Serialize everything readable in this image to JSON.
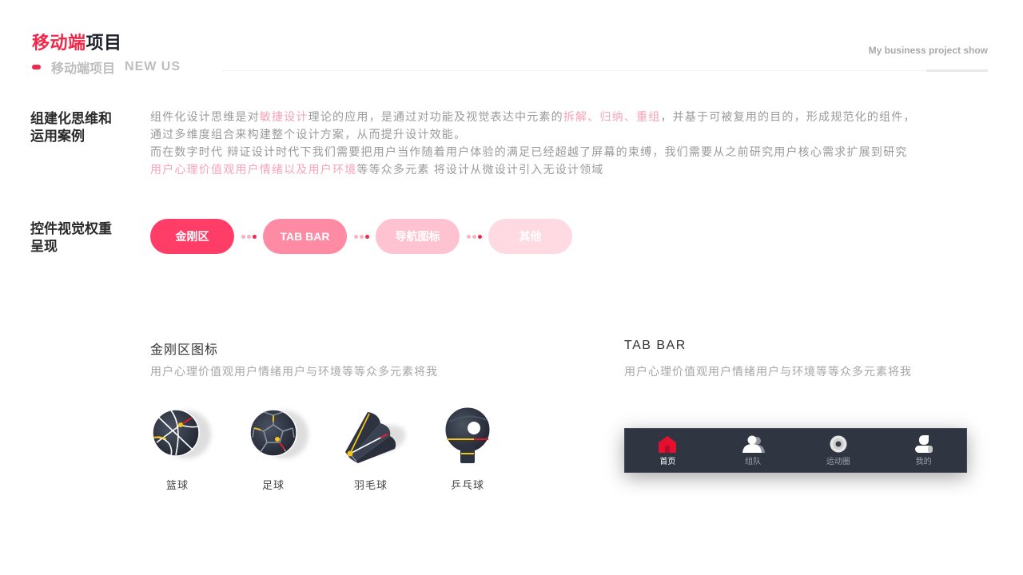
{
  "header": {
    "title_accent": "移动端",
    "title_rest": "项目",
    "subtitle_cn": "移动端项目",
    "subtitle_en": "NEW US",
    "right_label": "My business project show"
  },
  "section1": {
    "label_line1": "组建化思维和",
    "label_line2": "运用案例",
    "paragraph": [
      {
        "text": "组件化设计思维是对",
        "hl": false
      },
      {
        "text": "敏捷设计",
        "hl": true
      },
      {
        "text": "理论的应用，是通过对功能及视觉表达中元素的",
        "hl": false
      },
      {
        "text": "拆解、归纳、重组",
        "hl": true
      },
      {
        "text": "，并基于可被复用的目的，形成规范化的组件，",
        "hl": false
      },
      {
        "text": "通过多维度组合来构建整个设计方案，从而提升设计效能。",
        "hl": false,
        "br_before": true
      },
      {
        "text": "而在数字时代 辩证设计时代下我们需要把用户当作随着用户体验的满足已经超越了屏幕的束缚，我们需要从之前研究用户核心需求扩展到研究",
        "hl": false,
        "br_before": true
      },
      {
        "text": "用户心理价值观用户情绪以及用户环境",
        "hl": true,
        "br_before": true
      },
      {
        "text": "等等众多元素 将设计从微设计引入无设计领域",
        "hl": false
      }
    ]
  },
  "section2": {
    "label_line1": "控件视觉权重",
    "label_line2": "呈现",
    "pills": [
      {
        "label": "金刚区",
        "color": "#ff3d67"
      },
      {
        "label": "TAB BAR",
        "color": "#ff8aa3"
      },
      {
        "label": "导航图标",
        "color": "#ffc2d0"
      },
      {
        "label": "其他",
        "color": "#ffdae3"
      }
    ],
    "dot_colors": [
      "#f9b3c3",
      "#f9b3c3",
      "#f0284a"
    ]
  },
  "icons_section": {
    "title": "金刚区图标",
    "desc": "用户心理价值观用户情绪用户与环境等等众多元素将我",
    "items": [
      {
        "label": "篮球",
        "icon": "basketball-icon"
      },
      {
        "label": "足球",
        "icon": "soccer-ball-icon"
      },
      {
        "label": "羽毛球",
        "icon": "shuttlecock-icon"
      },
      {
        "label": "乒乓球",
        "icon": "ping-pong-paddle-icon"
      }
    ]
  },
  "tabbar_section": {
    "title": "TAB BAR",
    "desc": "用户心理价值观用户情绪用户与环境等等众多元素将我",
    "tabs": [
      {
        "label": "首页",
        "icon": "home-icon",
        "active": true
      },
      {
        "label": "组队",
        "icon": "team-icon",
        "active": false
      },
      {
        "label": "运动圈",
        "icon": "circle-icon",
        "active": false
      },
      {
        "label": "我的",
        "icon": "profile-icon",
        "active": false
      }
    ]
  },
  "colors": {
    "accent": "#f0284a",
    "dark_navy": "#2f3541",
    "highlight_pink": "#f7a3b8",
    "gold": "#f5c518"
  }
}
